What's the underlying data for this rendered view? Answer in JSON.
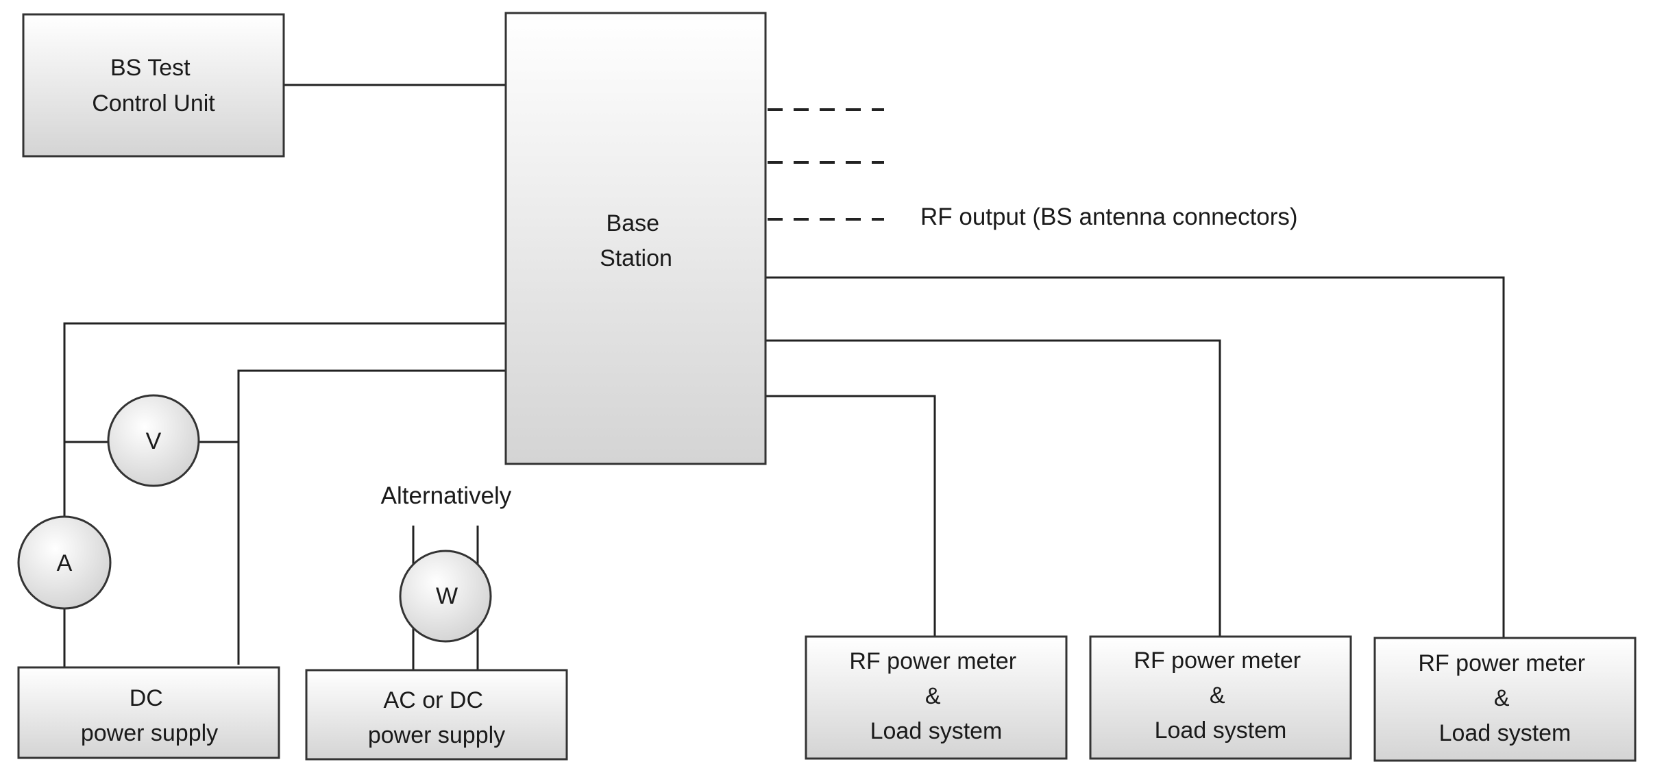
{
  "boxes": {
    "test_control_unit": [
      "BS Test",
      "Control Unit"
    ],
    "base_station": [
      "Base",
      "Station"
    ],
    "dc_supply": [
      "DC",
      "power supply"
    ],
    "ac_dc_supply": [
      "AC or DC",
      "power supply"
    ],
    "rf_meter_1": [
      "RF power meter",
      "&",
      "Load system"
    ],
    "rf_meter_2": [
      "RF power meter",
      "&",
      "Load system"
    ],
    "rf_meter_3": [
      "RF power meter",
      "&",
      "Load system"
    ]
  },
  "meters": {
    "voltmeter": "V",
    "ammeter": "A",
    "wattmeter": "W"
  },
  "labels": {
    "rf_output": "RF output (BS antenna connectors)",
    "alternatively": "Alternatively"
  },
  "colors": {
    "box_fill_top": "#ffffff",
    "box_fill_bottom": "#d6d6d6",
    "stroke": "#333333",
    "line": "#222222"
  }
}
